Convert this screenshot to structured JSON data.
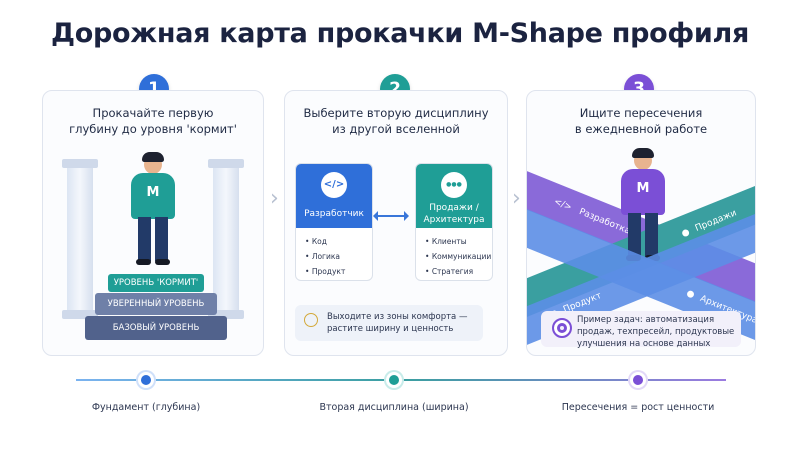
{
  "title": "Дорожная карта прокачки M-Shape профиля",
  "colors": {
    "blue": "#2f6fd9",
    "teal": "#1f9e96",
    "purple": "#7b4fd6",
    "navy": "#1b2340"
  },
  "steps": [
    {
      "number": "1",
      "title_line1": "Прокачайте первую",
      "title_line2": "глубину до уровня 'кормит'"
    },
    {
      "number": "2",
      "title_line1": "Выберите вторую дисциплину",
      "title_line2": "из другой вселенной"
    },
    {
      "number": "3",
      "title_line1": "Ищите пересечения",
      "title_line2": "в ежедневной работе"
    }
  ],
  "person_letter": "M",
  "levels": [
    "УРОВЕНЬ 'КОРМИТ'",
    "УВЕРЕННЫЙ УРОВЕНЬ",
    "БАЗОВЫЙ УРОВЕНЬ"
  ],
  "cards": [
    {
      "icon": "code-icon",
      "glyph": "</>",
      "title": "Разработчик",
      "items": [
        "Код",
        "Логика",
        "Продукт"
      ]
    },
    {
      "icon": "people-icon",
      "glyph": "●●●",
      "title_line1": "Продажи /",
      "title_line2": "Архитектура",
      "items": [
        "Клиенты",
        "Коммуникации",
        "Стратегия"
      ]
    }
  ],
  "tip": {
    "line1": "Выходите из зоны комфорта —",
    "line2": "растите ширину и ценность"
  },
  "bands": [
    "Разработка",
    "Продажи",
    "Продукт",
    "Архитектура"
  ],
  "task": {
    "line1": "Пример задач: автоматизация",
    "line2": "продаж, техпресейл, продуктовые",
    "line3": "улучшения на основе данных"
  },
  "timeline": [
    "Фундамент (глубина)",
    "Вторая дисциплина (ширина)",
    "Пересечения = рост ценности"
  ]
}
